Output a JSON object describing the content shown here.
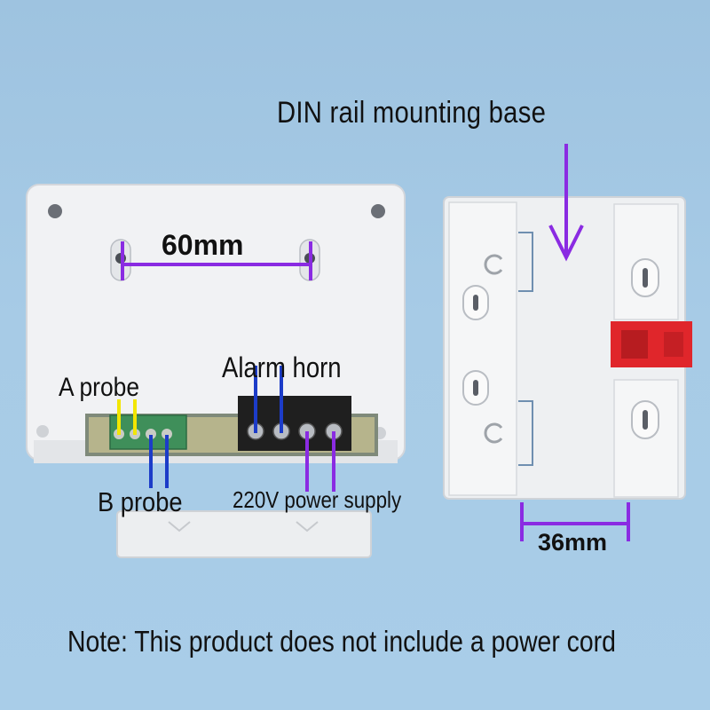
{
  "labels": {
    "din_rail": "DIN rail mounting base",
    "dimension_width": "60mm",
    "a_probe": "A probe",
    "alarm_horn": "Alarm horn",
    "b_probe": "B probe",
    "power_supply": "220V power supply",
    "dimension_rail": "36mm",
    "note": "Note: This product does not include a power cord"
  },
  "colors": {
    "background": "#a7cbe6",
    "housing": "#f1f2f4",
    "a_probe_wire": "#f2e600",
    "b_probe_wire": "#1c3cc8",
    "alarm_wire": "#1c3cc8",
    "power_wire": "#8a2be2",
    "dimension_line": "#8a2be2",
    "din_clip": "#e0262b",
    "terminal_block_green": "#3f8f5a",
    "terminal_block_black": "#1f1f1f"
  }
}
